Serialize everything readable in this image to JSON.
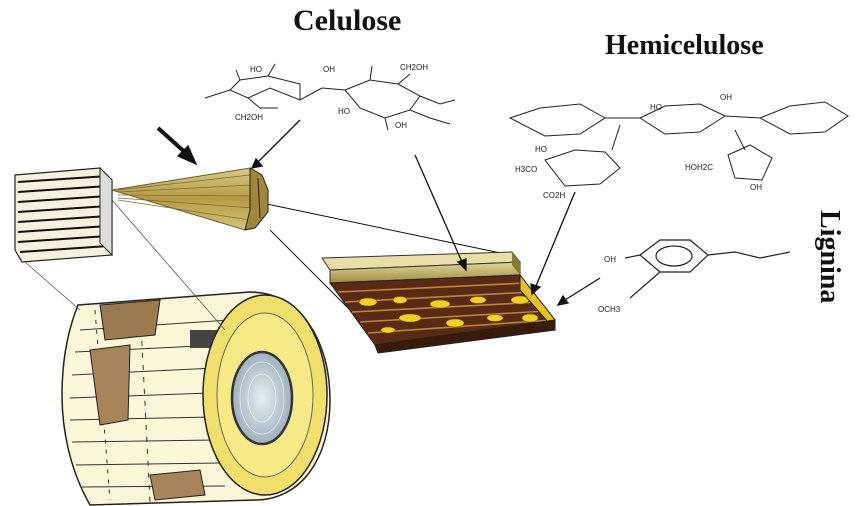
{
  "labels": {
    "cellulose": "Celulose",
    "hemicellulose": "Hemicelulose",
    "lignin": "Lignina"
  },
  "chem_text": {
    "cell_ho1": "HO",
    "cell_oh1": "OH",
    "cell_ch2oh_top": "CH2OH",
    "cell_ch2oh_bot": "CH2OH",
    "cell_oh2": "OH",
    "cell_ho2": "HO",
    "hemi_h3co": "H3CO",
    "hemi_co2h": "CO2H",
    "hemi_hoh2c": "HOH2C",
    "hemi_ho1": "HO",
    "hemi_ho2": "HO",
    "hemi_oh1": "OH",
    "hemi_oh2": "OH",
    "lig_oh": "OH",
    "lig_och3": "OCH3"
  },
  "colors": {
    "fiber": "#c9b46a",
    "wood_yellow": "#f4e47a",
    "pith": "#b8c9d6",
    "lamella_dark": "#5a2a14",
    "lamella_yellow": "#e8c21e"
  }
}
